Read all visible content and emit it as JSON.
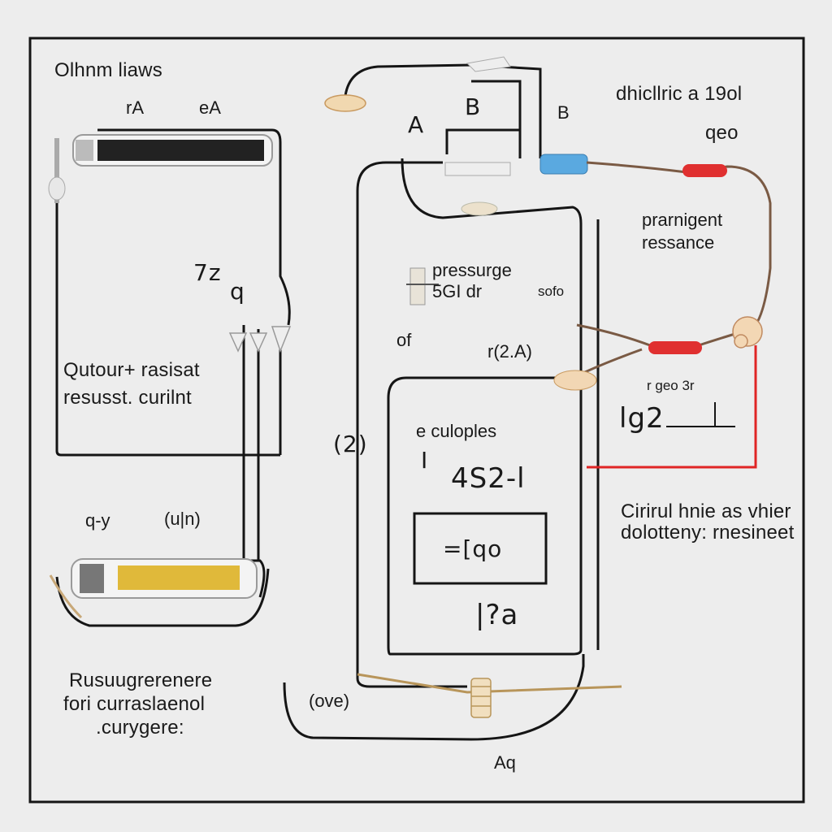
{
  "labels": {
    "title": "Olhnm  liaws",
    "top_left_a": "rA",
    "top_left_b": "eA",
    "mid_left": "7z",
    "mid_left_q": "q",
    "left_block_1": "Qutour+  rasisat",
    "left_block_2": "resusst. curilnt",
    "left_lower": "q-y",
    "left_lower_b": "(u|n)",
    "bottom_left_1": "Rusuugrerenere",
    "bottom_left_2": "fori curraslaenol",
    "bottom_left_3": ".curygere:",
    "top_center_1": "A",
    "top_center_2": "B",
    "top_center_3": "B",
    "center_pressure": "pressurge",
    "center_sub": "5GI  dr",
    "center_small": "sofo",
    "center_of": "of",
    "center_ohm": "r(2.A)",
    "center_bracket": "(2)",
    "box_title": "e  culoples",
    "box_formula": "4S2-l",
    "box_i": "I",
    "inner_box": "=[qo",
    "bottom_mid": "|?a",
    "bottom_ovs": "(ove)",
    "bottom_a": "Aq",
    "top_right_1": "dhicllric  a 19ol",
    "top_right_2": "qeo",
    "right_1": "prarnigent",
    "right_2": "ressance",
    "right_mid_1": "r geo  3r",
    "right_mid_2": "lg2",
    "right_lower_1": "Cirirul  hnie  as vhier",
    "right_lower_2": "dolotteny: rnesineet"
  },
  "colors": {
    "background": "#ededed",
    "wire": "#151515",
    "red_wire": "#e02525",
    "brown_wire": "#7a5a44",
    "tan_wire": "#b8955a",
    "blue_component": "#5aa9e0",
    "red_component": "#e03030",
    "battery_yellow": "#e0b93a"
  }
}
